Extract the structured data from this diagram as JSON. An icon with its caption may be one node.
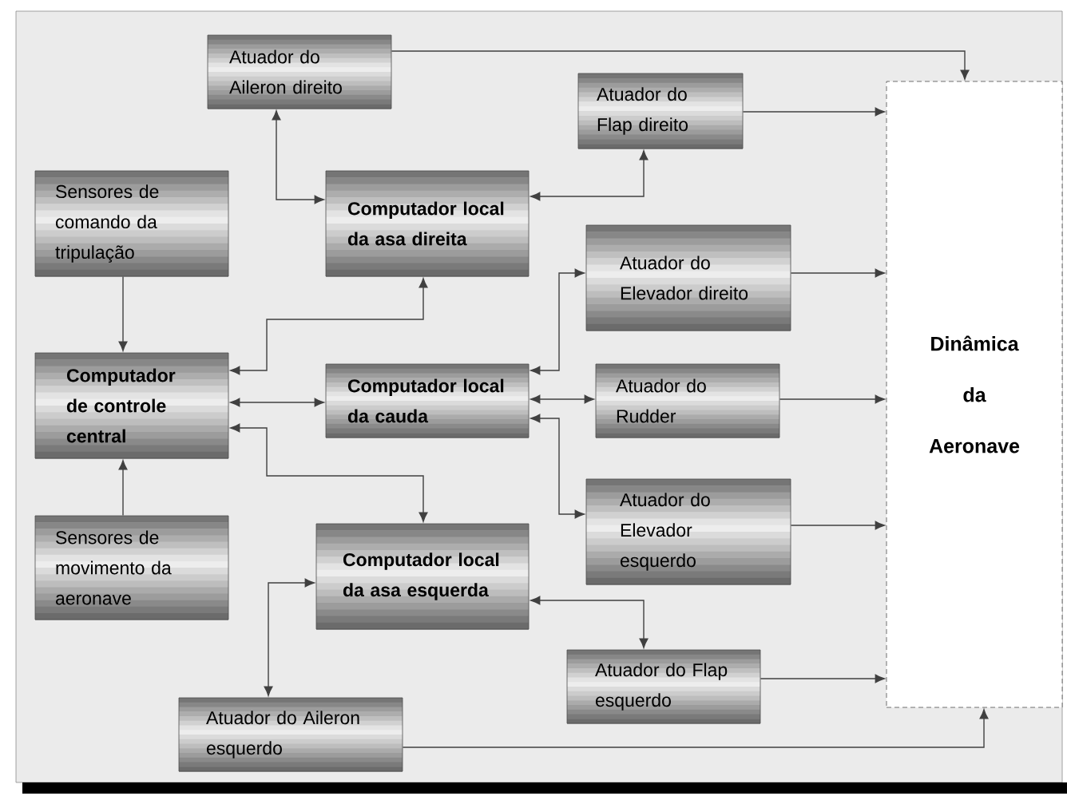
{
  "diagram": {
    "nodes": [
      {
        "text": [
          "Atuador do Aileron direito"
        ]
      },
      {
        "text": [
          "Atuador do Flap direito"
        ]
      },
      {
        "text": [
          "Sensores de comando da tripulação"
        ]
      },
      {
        "text": [
          "Computador local da asa direita"
        ]
      },
      {
        "text": [
          "Atuador do Elevador direito"
        ]
      },
      {
        "text": [
          "Computador de controle central"
        ]
      },
      {
        "text": [
          "Computador local da cauda"
        ]
      },
      {
        "text": [
          "Atuador do Rudder"
        ]
      },
      {
        "text": [
          "Atuador do Elevador esquerdo"
        ]
      },
      {
        "text": [
          "Sensores de movimento da aeronave"
        ]
      },
      {
        "text": [
          "Computador local da asa esquerda"
        ]
      },
      {
        "text": [
          "Atuador do Flap esquerdo"
        ]
      },
      {
        "text": [
          "Atuador do Aileron esquerdo"
        ]
      },
      {
        "text": [
          "Dinâmica da Aeronave"
        ]
      }
    ],
    "edges": [
      {
        "from": 0,
        "to": 3,
        "arrow": "both"
      },
      {
        "from": 3,
        "to": 1,
        "arrow": "both"
      },
      {
        "from": 2,
        "to": 5,
        "arrow": "to"
      },
      {
        "from": 9,
        "to": 5,
        "arrow": "to"
      },
      {
        "from": 5,
        "to": 3,
        "arrow": "both"
      },
      {
        "from": 5,
        "to": 6,
        "arrow": "both"
      },
      {
        "from": 5,
        "to": 10,
        "arrow": "both"
      },
      {
        "from": 6,
        "to": 4,
        "arrow": "both"
      },
      {
        "from": 6,
        "to": 7,
        "arrow": "both"
      },
      {
        "from": 6,
        "to": 8,
        "arrow": "both"
      },
      {
        "from": 10,
        "to": 11,
        "arrow": "both"
      },
      {
        "from": 10,
        "to": 12,
        "arrow": "both"
      },
      {
        "from": 0,
        "to": 13,
        "arrow": "to"
      },
      {
        "from": 1,
        "to": 13,
        "arrow": "to"
      },
      {
        "from": 4,
        "to": 13,
        "arrow": "to"
      },
      {
        "from": 7,
        "to": 13,
        "arrow": "to"
      },
      {
        "from": 8,
        "to": 13,
        "arrow": "to"
      },
      {
        "from": 11,
        "to": 13,
        "arrow": "to"
      },
      {
        "from": 12,
        "to": 13,
        "arrow": "to"
      }
    ]
  }
}
